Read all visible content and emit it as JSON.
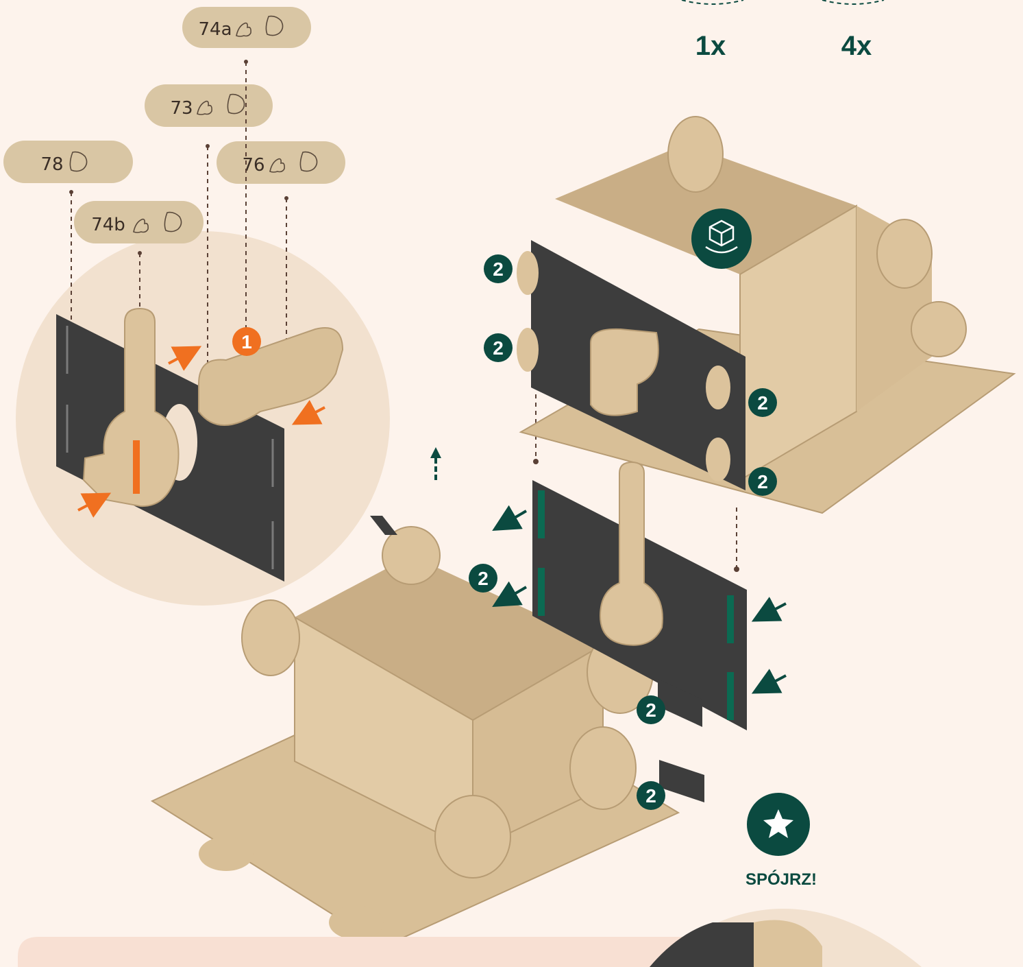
{
  "quantities": {
    "left": "1x",
    "right": "4x"
  },
  "parts": {
    "p74a": "74a",
    "p73": "73",
    "p78": "78",
    "p76": "76",
    "p74b": "74b"
  },
  "callout_number": "1",
  "peg_count": "2",
  "look_label": "SPÓJRZ!",
  "icons": [
    "rotate-view-icon",
    "star-icon",
    "pair-of-animals-icon",
    "animal-icon"
  ],
  "colors": {
    "accent_green": "#0b4a40",
    "accent_orange": "#f07020",
    "background": "#fdf3ec",
    "panel": "#3d3d3d",
    "wood": "#dcc39c"
  }
}
